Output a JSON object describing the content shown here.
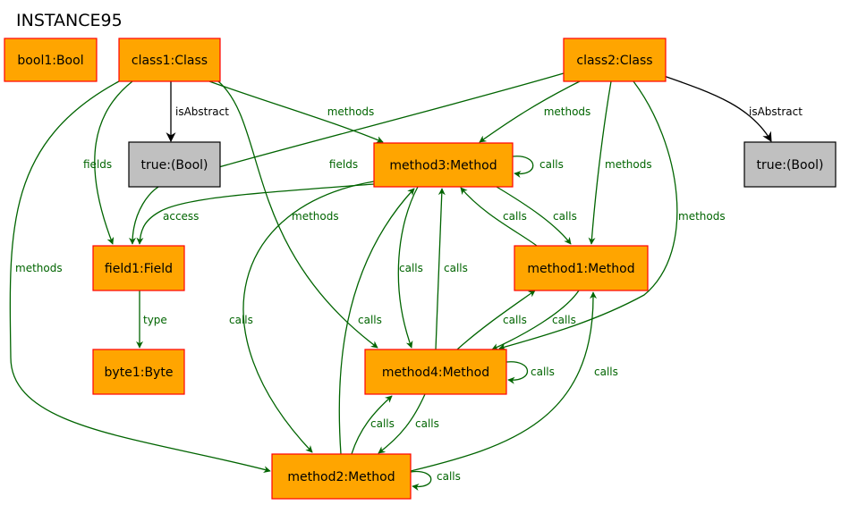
{
  "title": "INSTANCE95",
  "colors": {
    "object_fill": "#FFA500",
    "object_border": "#FF0000",
    "value_fill": "#C0C0C0",
    "value_border": "#000000",
    "reference_edge": "#006400",
    "attribute_edge": "#000000"
  },
  "nodes": {
    "bool1": {
      "label": "bool1:Bool",
      "kind": "object"
    },
    "class1": {
      "label": "class1:Class",
      "kind": "object"
    },
    "class2": {
      "label": "class2:Class",
      "kind": "object"
    },
    "true1": {
      "label": "true:(Bool)",
      "kind": "value"
    },
    "true2": {
      "label": "true:(Bool)",
      "kind": "value"
    },
    "method3": {
      "label": "method3:Method",
      "kind": "object"
    },
    "field1": {
      "label": "field1:Field",
      "kind": "object"
    },
    "method1": {
      "label": "method1:Method",
      "kind": "object"
    },
    "byte1": {
      "label": "byte1:Byte",
      "kind": "object"
    },
    "method4": {
      "label": "method4:Method",
      "kind": "object"
    },
    "method2": {
      "label": "method2:Method",
      "kind": "object"
    }
  },
  "edges": [
    {
      "from": "class1",
      "to": "true1",
      "label": "isAbstract",
      "kind": "attribute"
    },
    {
      "from": "class1",
      "to": "field1",
      "label": "fields",
      "kind": "reference"
    },
    {
      "from": "class1",
      "to": "method3",
      "label": "methods",
      "kind": "reference"
    },
    {
      "from": "class1",
      "to": "method4",
      "label": "methods",
      "kind": "reference"
    },
    {
      "from": "class1",
      "to": "method2",
      "label": "methods",
      "kind": "reference"
    },
    {
      "from": "class2",
      "to": "true2",
      "label": "isAbstract",
      "kind": "attribute"
    },
    {
      "from": "class2",
      "to": "method3",
      "label": "methods",
      "kind": "reference"
    },
    {
      "from": "class2",
      "to": "field1",
      "label": "fields",
      "kind": "reference"
    },
    {
      "from": "class2",
      "to": "method1",
      "label": "methods",
      "kind": "reference"
    },
    {
      "from": "class2",
      "to": "method4",
      "label": "methods",
      "kind": "reference"
    },
    {
      "from": "method3",
      "to": "method3",
      "label": "calls",
      "kind": "reference"
    },
    {
      "from": "method3",
      "to": "field1",
      "label": "access",
      "kind": "reference"
    },
    {
      "from": "method3",
      "to": "method1",
      "label": "calls",
      "kind": "reference"
    },
    {
      "from": "method1",
      "to": "method3",
      "label": "calls",
      "kind": "reference"
    },
    {
      "from": "method3",
      "to": "method4",
      "label": "calls",
      "kind": "reference"
    },
    {
      "from": "method4",
      "to": "method3",
      "label": "calls",
      "kind": "reference"
    },
    {
      "from": "method3",
      "to": "method2",
      "label": "calls",
      "kind": "reference"
    },
    {
      "from": "method2",
      "to": "method3",
      "label": "calls",
      "kind": "reference"
    },
    {
      "from": "field1",
      "to": "byte1",
      "label": "type",
      "kind": "reference"
    },
    {
      "from": "method1",
      "to": "method4",
      "label": "calls",
      "kind": "reference"
    },
    {
      "from": "method4",
      "to": "method1",
      "label": "calls",
      "kind": "reference"
    },
    {
      "from": "method4",
      "to": "method4",
      "label": "calls",
      "kind": "reference"
    },
    {
      "from": "method4",
      "to": "method2",
      "label": "calls",
      "kind": "reference"
    },
    {
      "from": "method2",
      "to": "method4",
      "label": "calls",
      "kind": "reference"
    },
    {
      "from": "method2",
      "to": "method1",
      "label": "calls",
      "kind": "reference"
    },
    {
      "from": "method2",
      "to": "method2",
      "label": "calls",
      "kind": "reference"
    }
  ]
}
